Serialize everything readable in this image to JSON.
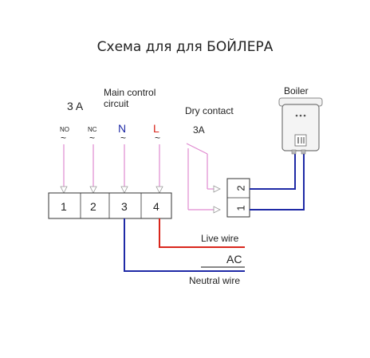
{
  "title": "Схема для для БОЙЛЕРА",
  "main_circuit": {
    "label_line1": "Main control",
    "label_line2": "circuit",
    "rating": "3 A"
  },
  "terminals": {
    "no_label": "NO",
    "nc_label": "NC",
    "n_label": "N",
    "l_label": "L",
    "tilde": "~",
    "numbers": [
      "1",
      "2",
      "3",
      "4"
    ]
  },
  "dry_contact": {
    "label": "Dry contact",
    "rating": "3A",
    "numbers": [
      "2",
      "1"
    ]
  },
  "boiler": {
    "label": "Boiler"
  },
  "wires": {
    "live": "Live wire",
    "ac": "AC",
    "neutral": "Neutral wire"
  },
  "colors": {
    "pink": "#e08ad0",
    "blue": "#1f2aa6",
    "red": "#d9261c",
    "black": "#111111",
    "n_label": "#1f2aa6",
    "l_label": "#d9261c"
  }
}
